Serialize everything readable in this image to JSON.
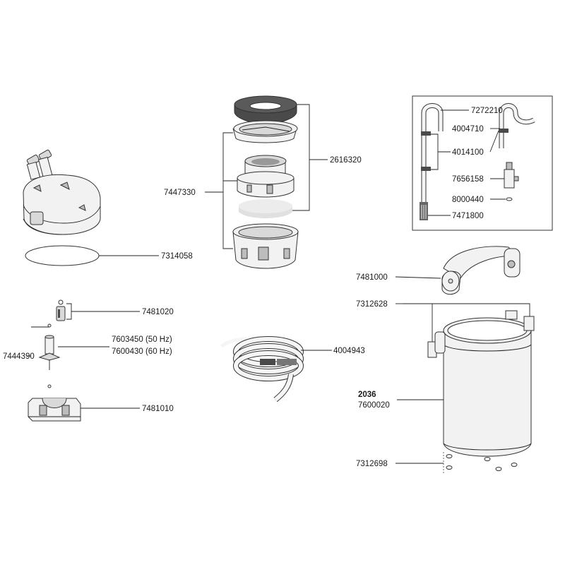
{
  "parts": {
    "filter_head": {
      "label": ""
    },
    "sealing_ring": {
      "label": "7314058"
    },
    "tap_valve": {
      "label": "7481020"
    },
    "impeller_50hz": {
      "label": "7603450 (50 Hz)"
    },
    "impeller_60hz": {
      "label": "7600430 (60 Hz)"
    },
    "impeller_set": {
      "label": "7444390"
    },
    "impeller_cover": {
      "label": "7481010"
    },
    "filter_sponge_set": {
      "label": "2616320"
    },
    "basket_set": {
      "label": "7447330"
    },
    "hose": {
      "label": "4004943"
    },
    "intake_tube": {
      "label": "7272210"
    },
    "outflow_tube": {
      "label": "4004710"
    },
    "suction_cups": {
      "label": "4014100"
    },
    "tap": {
      "label": "7656158"
    },
    "o_ring": {
      "label": "8000440"
    },
    "intake_strainer": {
      "label": "7471800"
    },
    "clip_bracket": {
      "label": "7481000"
    },
    "clamp": {
      "label": "7312628"
    },
    "canister_model": {
      "label": "2036"
    },
    "canister": {
      "label": "7600020"
    },
    "feet": {
      "label": "7312698"
    }
  }
}
